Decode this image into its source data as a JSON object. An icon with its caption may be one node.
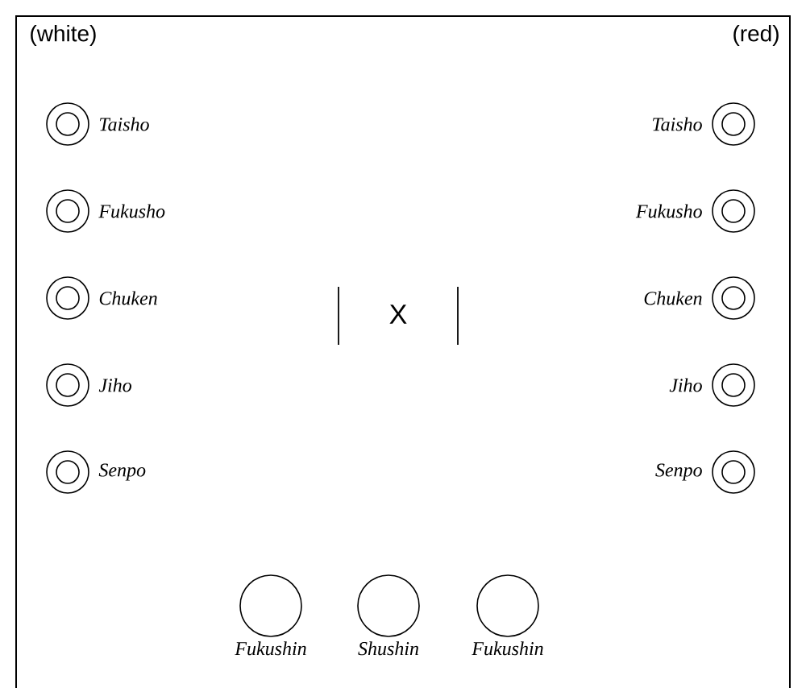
{
  "diagram": {
    "nodes": [
      {
        "text": [],
        "shape": "double-circle",
        "beside": [
          "Taisho"
        ]
      },
      {
        "text": [],
        "shape": "double-circle",
        "beside": [
          "Taisho"
        ]
      },
      {
        "text": [],
        "shape": "double-circle",
        "beside": [
          "Fukusho"
        ]
      },
      {
        "text": [],
        "shape": "double-circle",
        "beside": [
          "Fukusho"
        ]
      },
      {
        "text": [],
        "shape": "double-circle",
        "beside": [
          "Chuken"
        ]
      },
      {
        "text": [],
        "shape": "double-circle",
        "beside": [
          "Chuken"
        ]
      },
      {
        "text": [],
        "shape": "double-circle",
        "beside": [
          "Jiho"
        ]
      },
      {
        "text": [],
        "shape": "double-circle",
        "beside": [
          "Jiho"
        ]
      },
      {
        "text": [],
        "shape": "double-circle",
        "beside": [
          "Senpo"
        ]
      },
      {
        "text": [],
        "shape": "double-circle",
        "beside": [
          "Senpo"
        ]
      },
      {
        "text": [],
        "shape": "circle",
        "beside": [
          "Fukushin"
        ]
      },
      {
        "text": [],
        "shape": "circle",
        "beside": [
          "Shushin"
        ]
      },
      {
        "text": [],
        "shape": "circle",
        "beside": [
          "Fukushin"
        ]
      }
    ],
    "labels": [
      "(white)",
      "(red)",
      "X"
    ]
  }
}
